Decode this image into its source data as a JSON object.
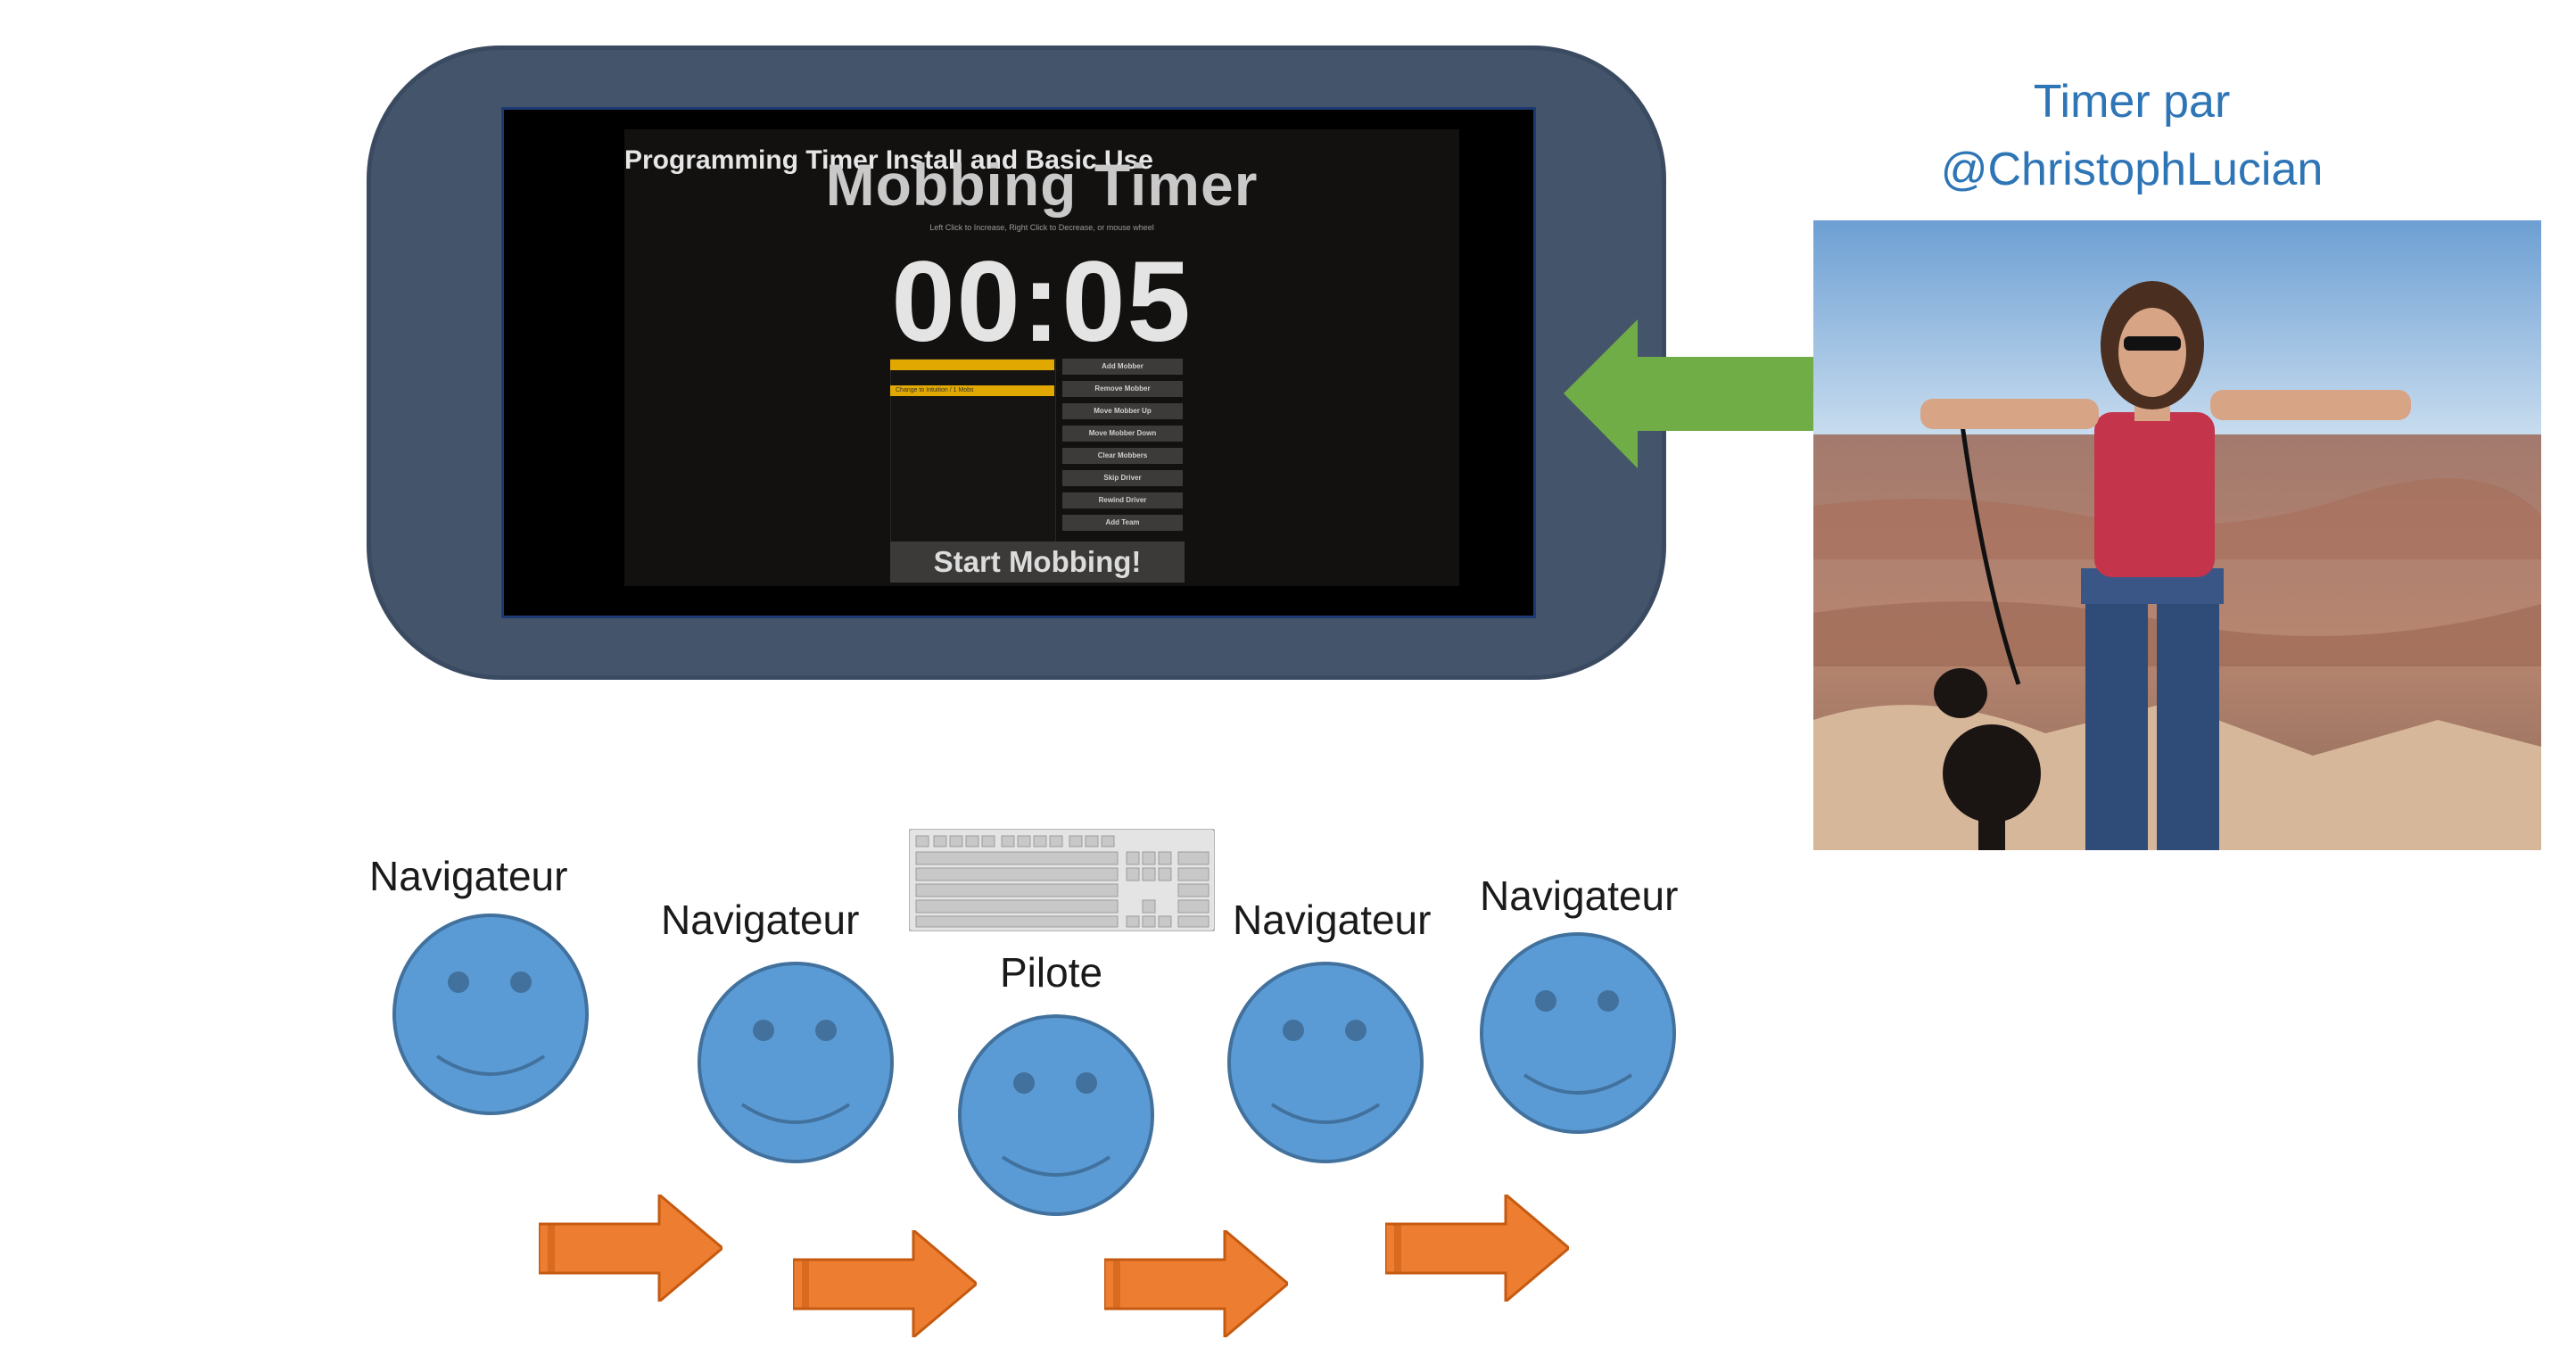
{
  "timer_app": {
    "video_title": "Programming Timer Install and Basic Use",
    "app_title": "Mobbing Timer",
    "hint": "Left Click to Increase, Right Click to Decrease, or mouse wheel",
    "time": "00:05",
    "list_item": "Change to Intuition / 1 Mobs",
    "side_buttons": [
      "Add Mobber",
      "Remove Mobber",
      "Move Mobber Up",
      "Move Mobber Down",
      "Clear Mobbers",
      "Skip Driver",
      "Rewind Driver",
      "Add Team"
    ],
    "start_button": "Start Mobbing!"
  },
  "credit": {
    "line1": "Timer par",
    "line2": "@ChristophLucian"
  },
  "mob": {
    "members": [
      "Navigateur",
      "Navigateur",
      "Pilote",
      "Navigateur",
      "Navigateur"
    ]
  },
  "colors": {
    "phone": "#44546a",
    "face": "#5b9bd5",
    "face_outline": "#41719c",
    "arrow_orange": "#ed7d31",
    "arrow_green": "#70ad47",
    "credit_text": "#2e75b6"
  }
}
